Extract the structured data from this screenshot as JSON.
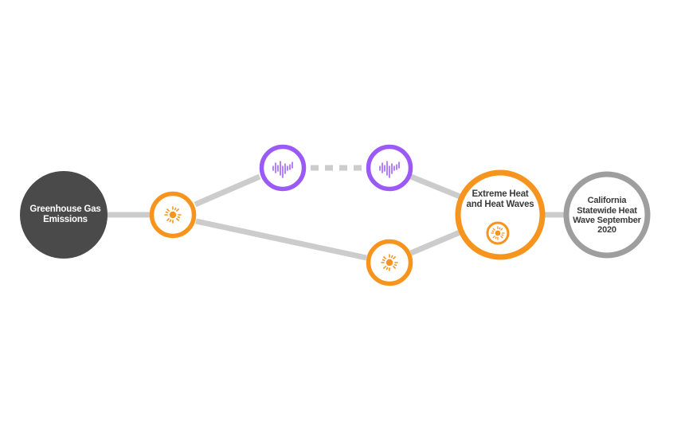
{
  "colors": {
    "edge": "#cccccc",
    "ghg_fill": "#4a4a4a",
    "orange": "#f7941d",
    "purple": "#9b59f6",
    "gray_ring": "#9e9e9e",
    "background": "#ffffff"
  },
  "nodes": {
    "greenhouse_gas_emissions": {
      "label": "Greenhouse Gas Emissions",
      "icon": "none"
    },
    "sun_node_left": {
      "label": "",
      "icon": "sun-icon"
    },
    "sun_node_bottom": {
      "label": "",
      "icon": "sun-icon"
    },
    "purple_node_left": {
      "label": "",
      "icon": "waveform-icon"
    },
    "purple_node_right": {
      "label": "",
      "icon": "waveform-icon"
    },
    "extreme_heat": {
      "label": "Extreme Heat and Heat Waves",
      "icon": "sun-icon"
    },
    "california_heat_wave": {
      "label": "California Statewide Heat Wave September 2020",
      "icon": "none"
    }
  },
  "edges": [
    {
      "from": "greenhouse_gas_emissions",
      "to": "sun_node_left",
      "style": "solid"
    },
    {
      "from": "sun_node_left",
      "to": "purple_node_left",
      "style": "solid"
    },
    {
      "from": "purple_node_left",
      "to": "purple_node_right",
      "style": "dotted"
    },
    {
      "from": "purple_node_right",
      "to": "extreme_heat",
      "style": "solid"
    },
    {
      "from": "sun_node_left",
      "to": "sun_node_bottom",
      "style": "solid"
    },
    {
      "from": "sun_node_bottom",
      "to": "extreme_heat",
      "style": "solid"
    },
    {
      "from": "extreme_heat",
      "to": "california_heat_wave",
      "style": "solid"
    }
  ]
}
